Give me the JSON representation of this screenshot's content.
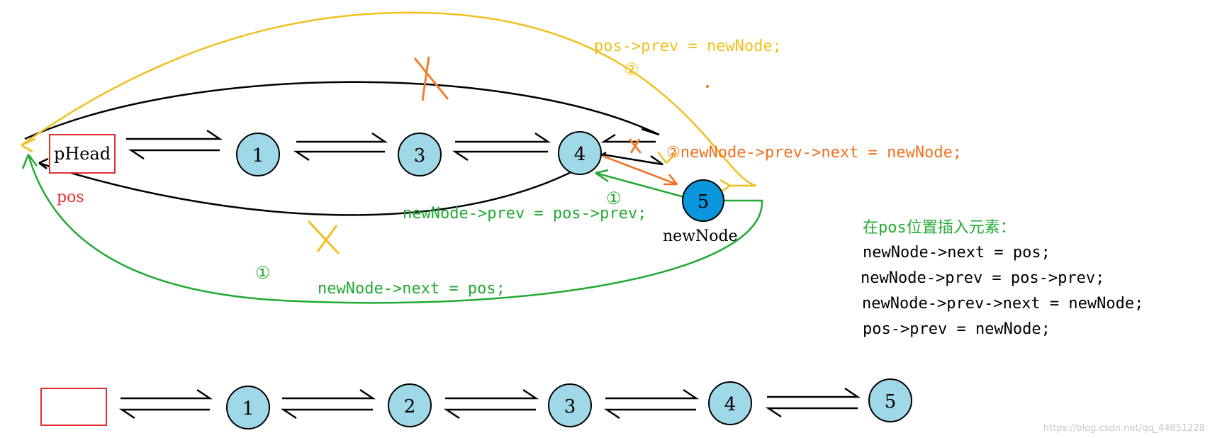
{
  "colors": {
    "node_fill": "#9fd8e6",
    "new_node_fill": "#0a96dc",
    "head_border": "#e03030",
    "step1": "#22aa33",
    "step2": "#f0c020",
    "step2_orange": "#f07020",
    "cross": "#f08030",
    "black": "#000000"
  },
  "top": {
    "head_label": "pHead",
    "pos_label": "pos",
    "nodes": [
      "1",
      "3",
      "4"
    ],
    "new_node": "5",
    "new_node_label": "newNode",
    "ann_pos_prev": "pos->prev = newNode;",
    "circle_2_top": "②",
    "ann_prev_next": "②newNode->prev->next = newNode;",
    "circle_1_right": "①",
    "ann_new_prev": "newNode->prev = pos->prev;",
    "circle_1_left": "①",
    "ann_new_next": "newNode->next = pos;"
  },
  "code": {
    "title": "在pos位置插入元素：",
    "lines": [
      "newNode->next = pos;",
      "newNode->prev = pos->prev;",
      "newNode->prev->next = newNode;",
      "pos->prev = newNode;"
    ]
  },
  "bottom": {
    "nodes": [
      "1",
      "2",
      "3",
      "4",
      "5"
    ]
  },
  "watermark": "https://blog.csdn.net/qq_44851228"
}
